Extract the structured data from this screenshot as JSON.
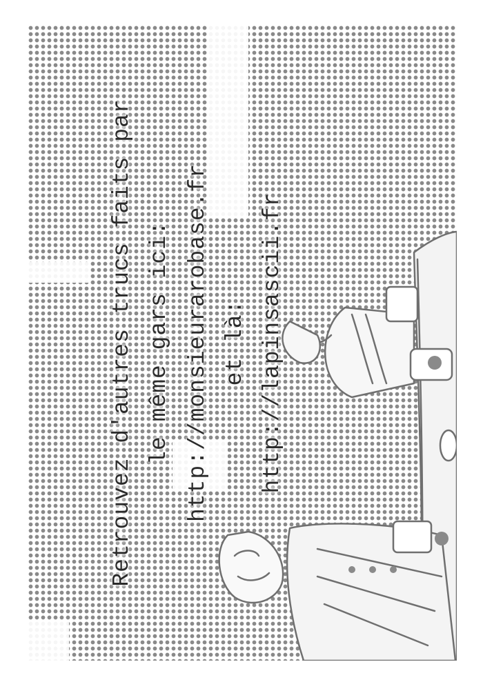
{
  "flyer": {
    "line1": "Retrouvez d'autres trucs faits par",
    "line2": "le même gars ici:",
    "line3": "http://monsieurarobase.fr",
    "line4": "et là:",
    "line5": "http://lapinsascii.fr"
  },
  "illustration": {
    "description_icon": "sketch-figures-icon",
    "halftone_color": "#8a8a8a"
  }
}
